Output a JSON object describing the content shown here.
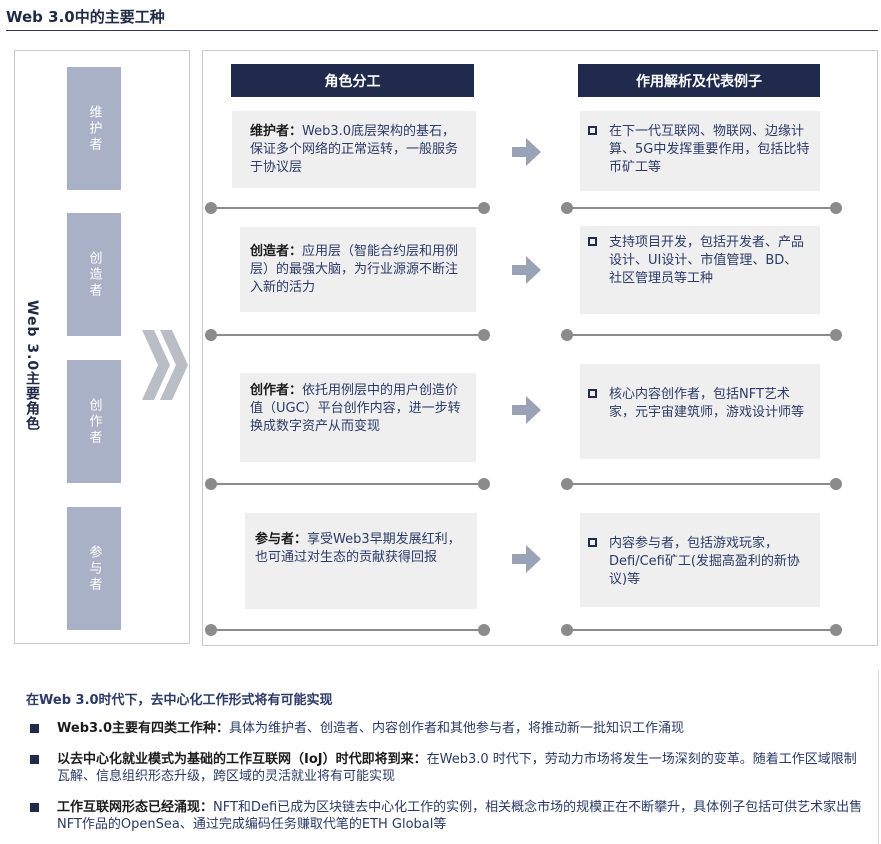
{
  "title": "Web 3.0中的主要工种",
  "side_label": "Web 3.0主要角色",
  "roles": [
    "维护者",
    "创造者",
    "创作者",
    "参与者"
  ],
  "headers": {
    "division": "角色分工",
    "examples": "作用解析及代表例子"
  },
  "rows": [
    {
      "term": "维护者：",
      "desc": "Web3.0底层架构的基石，保证多个网络的正常运转，一般服务于协议层",
      "example": "在下一代互联网、物联网、边缘计算、5G中发挥重要作用，包括比特币矿工等"
    },
    {
      "term": "创造者：",
      "desc": "应用层（智能合约层和用例层）的最强大脑，为行业源源不断注入新的活力",
      "example": "支持项目开发，包括开发者、产品设计、UI设计、市值管理、BD、社区管理员等工种"
    },
    {
      "term": "创作者：",
      "desc": "依托用例层中的用户创造价值（UGC）平台创作内容，进一步转换成数字资产从而变现",
      "example": "核心内容创作者，包括NFT艺术家，元宇宙建筑师，游戏设计师等"
    },
    {
      "term": "参与者：",
      "desc": "享受Web3早期发展红利，也可通过对生态的贡献获得回报",
      "example": "内容参与者，包括游戏玩家，Defi/Cefi矿工(发掘高盈利的新协议)等"
    }
  ],
  "conclusion": {
    "title": "在Web 3.0时代下，去中心化工作形式将有可能实现",
    "bullets": [
      {
        "lead": "Web3.0主要有四类工作种：",
        "text": "具体为维护者、创造者、内容创作者和其他参与者，将推动新一批知识工作涌现"
      },
      {
        "lead": "以去中心化就业模式为基础的工作互联网（IoJ）时代即将到来：",
        "text": "在Web3.0 时代下，劳动力市场将发生一场深刻的变革。随着工作区域限制瓦解、信息组织形态升级，跨区域的灵活就业将有可能实现"
      },
      {
        "lead": "工作互联网形态已经涌现：",
        "text": "NFT和Defi已成为区块链去中心化工作的实例，相关概念市场的规模正在不断攀升，具体例子包括可供艺术家出售NFT作品的OpenSea、通过完成编码任务赚取代笔的ETH Global等"
      }
    ]
  },
  "colors": {
    "navy": "#1f2a4d",
    "tab": "#a9b1c6",
    "box": "#efefef",
    "text": "#2b3a67"
  }
}
